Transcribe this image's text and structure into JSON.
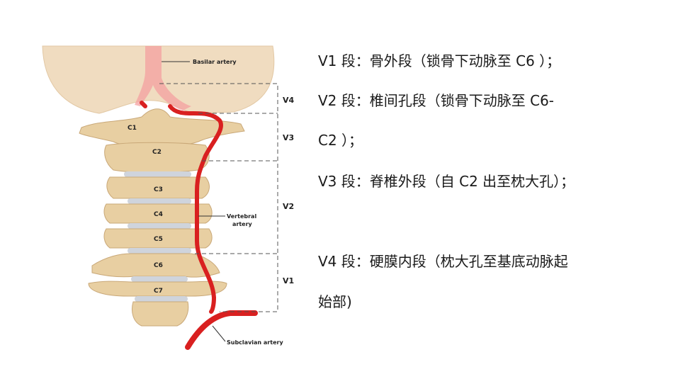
{
  "diagram": {
    "annotations": {
      "basilar": "Basilar artery",
      "vertebral_1": "Vertebral",
      "vertebral_2": "artery",
      "subclavian": "Subclavian artery"
    },
    "vertebrae": [
      "C1",
      "C2",
      "C3",
      "C4",
      "C5",
      "C6",
      "C7"
    ],
    "segments": [
      "V4",
      "V3",
      "V2",
      "V1"
    ],
    "colors": {
      "artery": "#d92020",
      "bone": "#e8cfa2",
      "skull": "#f0dcc0",
      "disc": "#cfd4dc"
    }
  },
  "text": {
    "lines": [
      "V1 段：骨外段（锁骨下动脉至 C6 ）；",
      "V2 段：椎间孔段（锁骨下动脉至 C6-",
      "C2 ）；",
      "V3 段：脊椎外段（自 C2 出至枕大孔）；",
      "V4 段：硬膜内段（枕大孔至基底动脉起",
      "始部)"
    ]
  }
}
